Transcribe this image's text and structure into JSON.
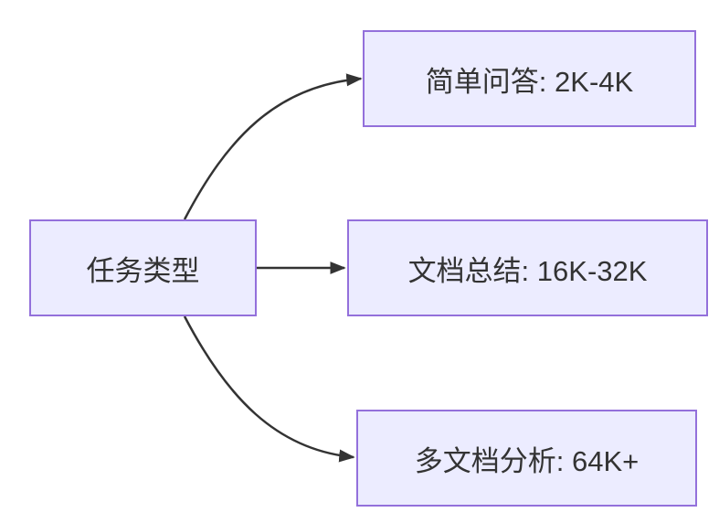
{
  "diagram": {
    "type": "flowchart",
    "direction": "left-to-right",
    "colors": {
      "node_fill": "#ECECFF",
      "node_border": "#9370DB",
      "edge": "#333333",
      "text": "#333333",
      "background": "#ffffff"
    },
    "nodes": {
      "root": {
        "label": "任务类型"
      },
      "simple_qa": {
        "label": "简单问答: 2K-4K"
      },
      "doc_summary": {
        "label": "文档总结: 16K-32K"
      },
      "multi_doc": {
        "label": "多文档分析: 64K+"
      }
    },
    "edges": [
      {
        "from": "任务类型",
        "to": "简单问答: 2K-4K"
      },
      {
        "from": "任务类型",
        "to": "文档总结: 16K-32K"
      },
      {
        "from": "任务类型",
        "to": "多文档分析: 64K+"
      }
    ]
  }
}
